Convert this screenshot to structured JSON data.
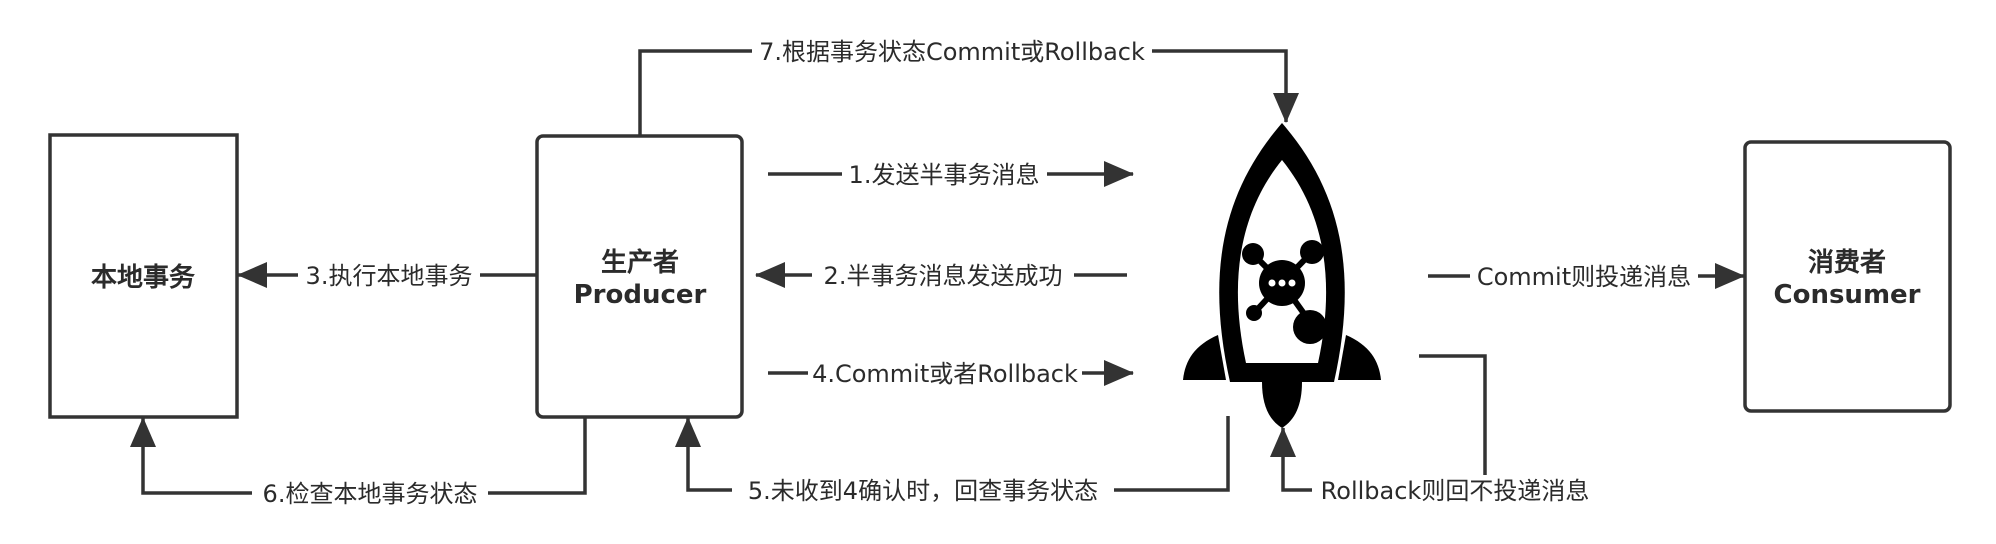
{
  "nodes": {
    "local_tx": {
      "label": "本地事务"
    },
    "producer": {
      "label_cn": "生产者",
      "label_en": "Producer"
    },
    "consumer": {
      "label_cn": "消费者",
      "label_en": "Consumer"
    },
    "broker": {
      "icon": "rocket-icon"
    }
  },
  "edges": {
    "step1": "1.发送半事务消息",
    "step2": "2.半事务消息发送成功",
    "step3": "3.执行本地事务",
    "step4": "4.Commit或者Rollback",
    "step5": "5.未收到4确认时，回查事务状态",
    "step6": "6.检查本地事务状态",
    "step7": "7.根据事务状态Commit或Rollback",
    "commit_deliver": "Commit则投递消息",
    "rollback_drop": "Rollback则回不投递消息"
  },
  "colors": {
    "line": "#333333",
    "text": "#2b2b2b",
    "background": "#ffffff"
  }
}
